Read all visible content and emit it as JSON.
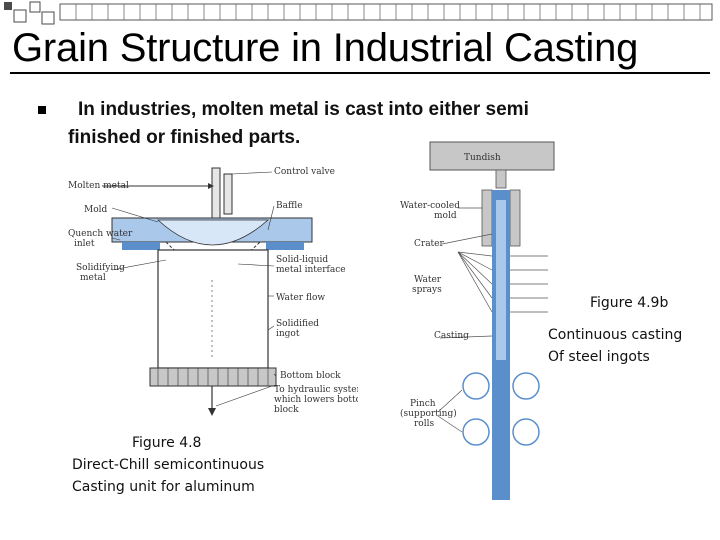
{
  "title": "Grain Structure in Industrial Casting",
  "bullet": {
    "line1": "In industries, molten metal is cast into either semi",
    "line2": "finished or finished parts."
  },
  "figure_left": {
    "labels": {
      "molten_metal": "Molten metal",
      "control_valve": "Control valve",
      "baffle": "Baffle",
      "mold": "Mold",
      "quench_water_inlet_1": "Quench water",
      "quench_water_inlet_2": "inlet",
      "solidifying_metal_1": "Solidifying",
      "solidifying_metal_2": "metal",
      "solid_liquid_1": "Solid-liquid",
      "solid_liquid_2": "metal interface",
      "water_flow": "Water flow",
      "solidified_ingot_1": "Solidified",
      "solidified_ingot_2": "ingot",
      "bottom_block": "Bottom block",
      "hydraulic_1": "To hydraulic system",
      "hydraulic_2": "which lowers bottom",
      "hydraulic_3": "block"
    },
    "caption": {
      "line1": "Figure 4.8",
      "line2": "Direct-Chill semicontinuous",
      "line3": "Casting unit for aluminum"
    }
  },
  "figure_right": {
    "labels": {
      "tundish": "Tundish",
      "water_cooled_mold_1": "Water-cooled",
      "water_cooled_mold_2": "mold",
      "crater": "Crater",
      "water_sprays_1": "Water",
      "water_sprays_2": "sprays",
      "casting": "Casting",
      "pinch_rolls_1": "Pinch",
      "pinch_rolls_2": "(supporting)",
      "pinch_rolls_3": "rolls"
    },
    "caption_number": "Figure 4.9b",
    "caption": {
      "line1": "Continuous casting",
      "line2": "Of steel ingots"
    }
  },
  "colors": {
    "accent_squares": "#555555",
    "diagram_blue": "#5b8fcc",
    "diagram_light_blue": "#aac8ea",
    "diagram_gray": "#c7c7c7"
  }
}
